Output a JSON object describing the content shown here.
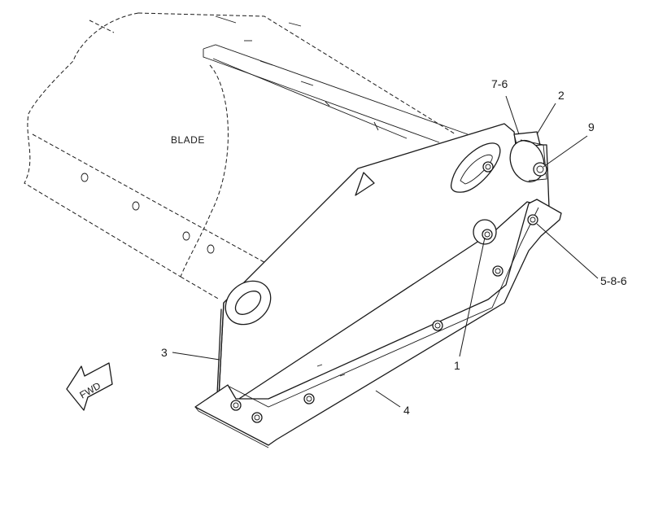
{
  "blade_label": "BLADE",
  "fwd_label": "FWD",
  "callouts": {
    "c7_6": "7-6",
    "c2": "2",
    "c9": "9",
    "c5_8_6": "5-8-6",
    "c1": "1",
    "c3": "3",
    "c4": "4"
  }
}
